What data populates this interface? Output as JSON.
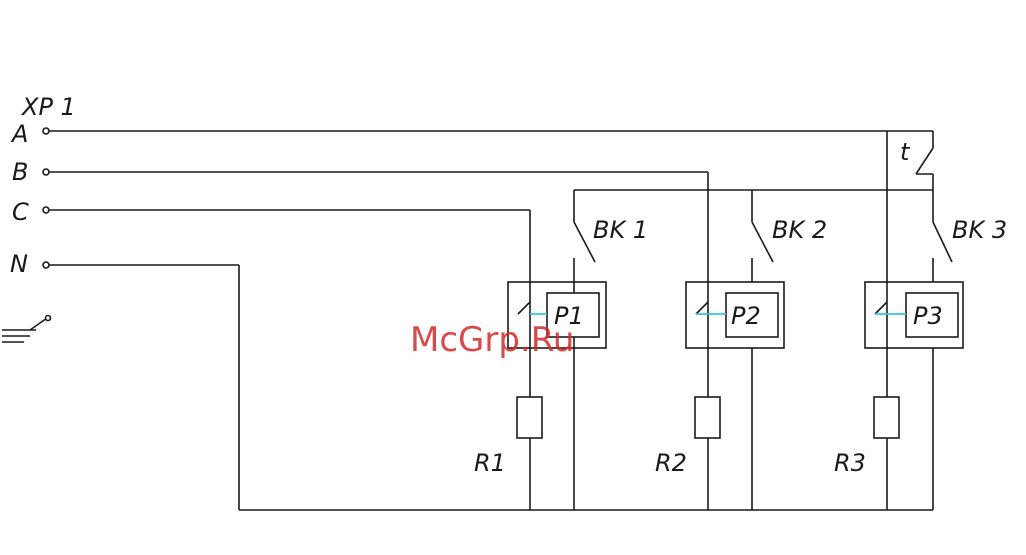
{
  "connector": {
    "name": "XP 1",
    "terminals": [
      "A",
      "B",
      "C",
      "N"
    ]
  },
  "thermostat": {
    "label": "t"
  },
  "switches": [
    "BK 1",
    "BK 2",
    "BK 3"
  ],
  "relays": [
    "P1",
    "P2",
    "P3"
  ],
  "resistors": [
    "R1",
    "R2",
    "R3"
  ],
  "watermark": "McGrp.Ru",
  "colors": {
    "line": "#1a1a1a",
    "relay_link": "#33c6d6",
    "watermark": "#d42a2a"
  }
}
